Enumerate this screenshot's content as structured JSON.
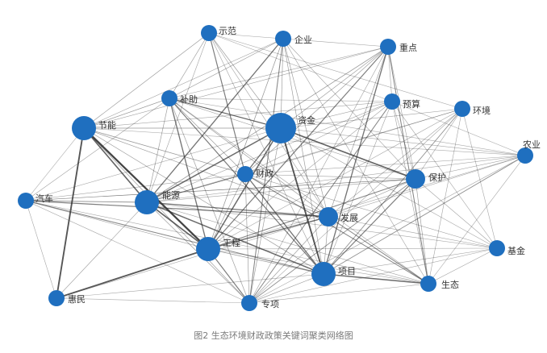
{
  "caption": "图2 生态环境财政政策关键词聚类网络图",
  "colors": {
    "node": "#1f6fbf",
    "edge": "#333333",
    "caption": "#7a7a7a"
  },
  "nodes": [
    {
      "id": "shifan",
      "label": "示范",
      "size": "small"
    },
    {
      "id": "qiye",
      "label": "企业",
      "size": "small"
    },
    {
      "id": "zhongdian",
      "label": "重点",
      "size": "small"
    },
    {
      "id": "buzhu",
      "label": "补助",
      "size": "small"
    },
    {
      "id": "yusuan",
      "label": "预算",
      "size": "small"
    },
    {
      "id": "huanjing",
      "label": "环境",
      "size": "small"
    },
    {
      "id": "jieneng",
      "label": "节能",
      "size": "large"
    },
    {
      "id": "zijin",
      "label": "资金",
      "size": "xlarge"
    },
    {
      "id": "nongye",
      "label": "农业",
      "size": "small"
    },
    {
      "id": "caizheng",
      "label": "财政",
      "size": "small"
    },
    {
      "id": "baohu",
      "label": "保护",
      "size": "medium"
    },
    {
      "id": "qiche",
      "label": "汽车",
      "size": "small"
    },
    {
      "id": "nengyuan",
      "label": "能源",
      "size": "large"
    },
    {
      "id": "fazhan",
      "label": "发展",
      "size": "medium"
    },
    {
      "id": "gongcheng",
      "label": "工程",
      "size": "large"
    },
    {
      "id": "jijin",
      "label": "基金",
      "size": "small"
    },
    {
      "id": "xiangmu",
      "label": "项目",
      "size": "large"
    },
    {
      "id": "shengtai",
      "label": "生态",
      "size": "small"
    },
    {
      "id": "huimin",
      "label": "惠民",
      "size": "small"
    },
    {
      "id": "zhuanxiang",
      "label": "专项",
      "size": "small"
    }
  ]
}
